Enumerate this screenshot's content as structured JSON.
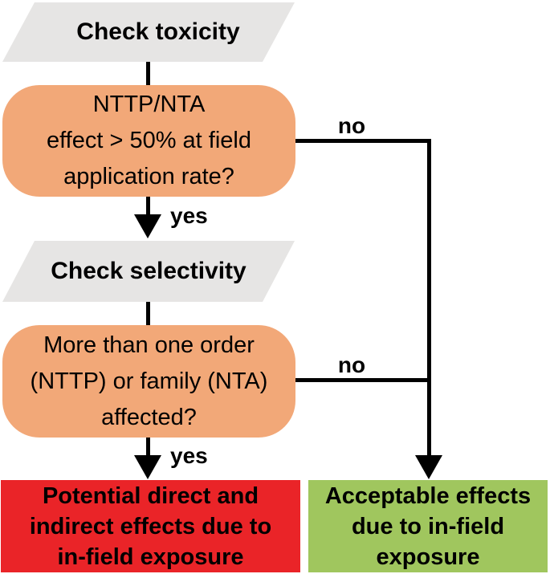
{
  "flowchart": {
    "process_steps": [
      {
        "label": "Check toxicity"
      },
      {
        "label": "Check selectivity"
      }
    ],
    "decisions": [
      {
        "lines": [
          "NTTP/NTA",
          "effect > 50% at field",
          "application rate?"
        ]
      },
      {
        "lines": [
          "More than one order",
          "(NTTP) or family (NTA)",
          "affected?"
        ]
      }
    ],
    "branch_labels": {
      "no_1": "no",
      "yes_1": "yes",
      "no_2": "no",
      "yes_2": "yes"
    },
    "outcomes": [
      {
        "type": "negative",
        "lines": [
          "Potential direct and",
          "indirect effects due to",
          "in-field exposure"
        ]
      },
      {
        "type": "positive",
        "lines": [
          "Acceptable effects",
          "due to in-field",
          "exposure"
        ]
      }
    ],
    "colors": {
      "process_fill": "#e6e5e4",
      "decision_fill": "#f2a878",
      "negative_fill": "#ea2428",
      "positive_fill": "#a0c65e",
      "connector": "#000000",
      "text": "#000000"
    }
  }
}
